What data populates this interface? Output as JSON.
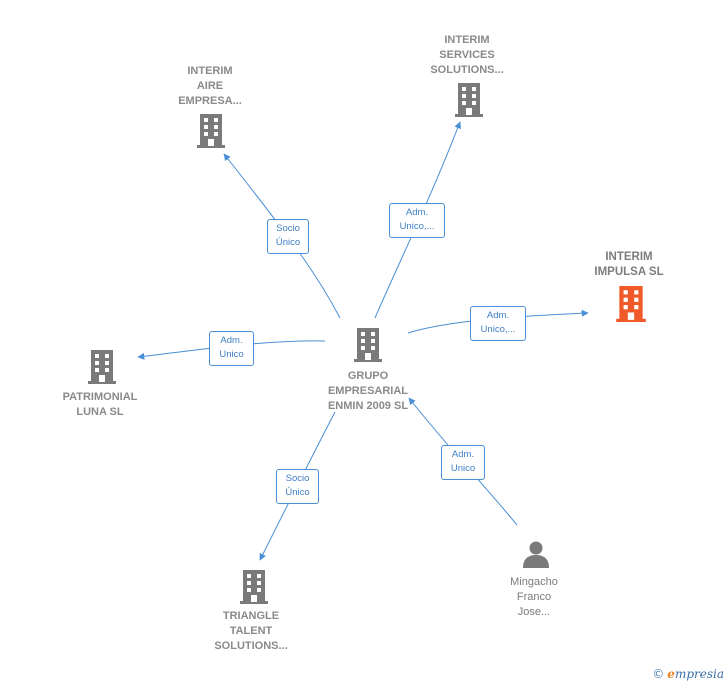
{
  "center": {
    "name_lines": [
      "GRUPO",
      "EMPRESARIAL",
      "ENMIN 2009 SL"
    ]
  },
  "nodes": [
    {
      "id": "interim-aire",
      "lines": [
        "INTERIM",
        "AIRE",
        "EMPRESA..."
      ],
      "icon": "building-icon",
      "color": "#7a7a7a"
    },
    {
      "id": "interim-services",
      "lines": [
        "INTERIM",
        "SERVICES",
        "SOLUTIONS..."
      ],
      "icon": "building-icon",
      "color": "#7a7a7a"
    },
    {
      "id": "interim-impulsa",
      "lines": [
        "INTERIM",
        "IMPULSA  SL"
      ],
      "icon": "building-icon",
      "color": "#f05a28"
    },
    {
      "id": "patrimonial-luna",
      "lines": [
        "PATRIMONIAL",
        "LUNA SL"
      ],
      "icon": "building-icon",
      "color": "#7a7a7a"
    },
    {
      "id": "triangle-talent",
      "lines": [
        "TRIANGLE",
        "TALENT",
        "SOLUTIONS..."
      ],
      "icon": "building-icon",
      "color": "#7a7a7a"
    },
    {
      "id": "mingacho",
      "lines": [
        "Mingacho",
        "Franco",
        "Jose..."
      ],
      "icon": "person-icon",
      "color": "#7a7a7a"
    }
  ],
  "edges": [
    {
      "id": "to-aire",
      "label_lines": [
        "Socio",
        "Único"
      ]
    },
    {
      "id": "to-services",
      "label_lines": [
        "Adm.",
        "Unico,..."
      ]
    },
    {
      "id": "to-impulsa",
      "label_lines": [
        "Adm.",
        "Unico,..."
      ]
    },
    {
      "id": "to-luna",
      "label_lines": [
        "Adm.",
        "Unico"
      ]
    },
    {
      "id": "to-triangle",
      "label_lines": [
        "Socio",
        "Único"
      ]
    },
    {
      "id": "from-mingacho",
      "label_lines": [
        "Adm.",
        "Unico"
      ]
    }
  ],
  "footer": {
    "copyright": "©",
    "brand_first": "e",
    "brand_rest": "mpresia"
  },
  "colors": {
    "edge": "#4a8fd6",
    "building": "#7a7a7a",
    "highlight": "#f05a28"
  }
}
